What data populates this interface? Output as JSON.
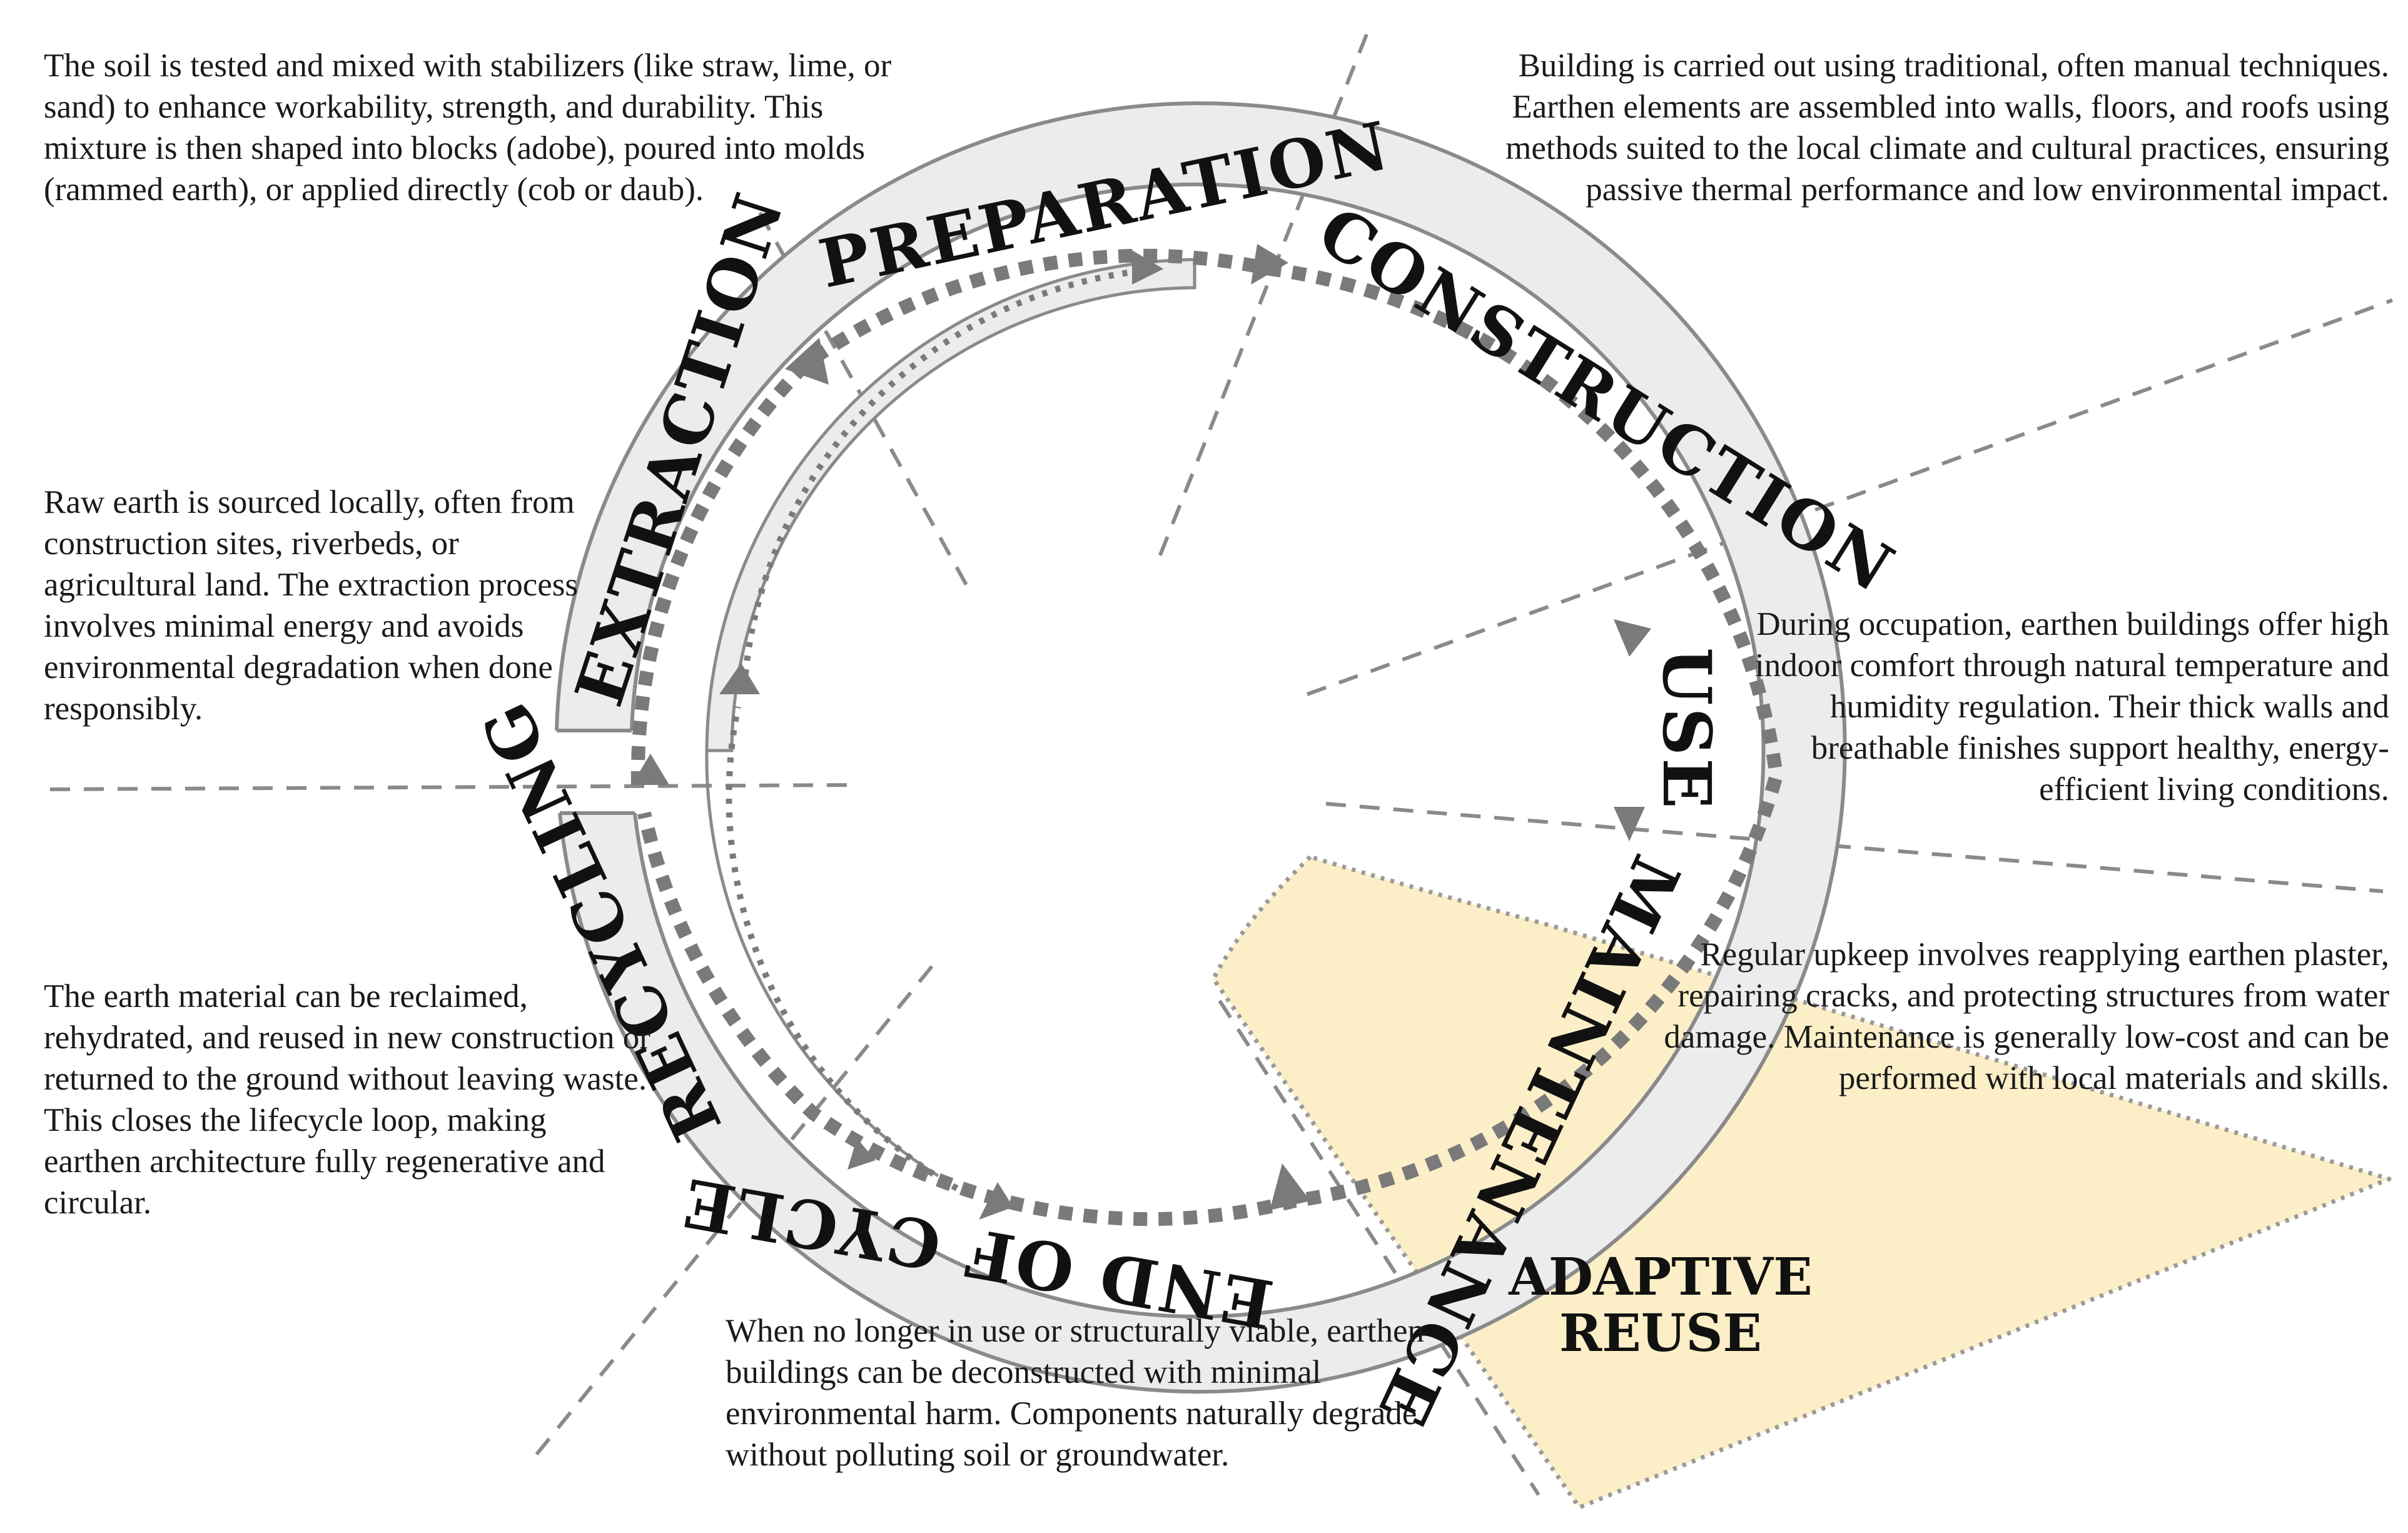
{
  "colors": {
    "ring_fill": "#ececec",
    "ring_stroke": "#8a8a8a",
    "arrow": "#7a7a7a",
    "guide_line": "#8a8a8a",
    "adaptive_fill": "#fcefc8",
    "text": "#1a1a1a"
  },
  "stages": {
    "preparation": "PREPARATION",
    "construction": "CONSTRUCTION",
    "use": "USE",
    "maintenance": "MAINTENANCE",
    "end_of_cycle": "END OF CYCLE",
    "recycling": "RECYCLING",
    "extraction": "EXTRACTION"
  },
  "adaptive_reuse": {
    "line1": "ADAPTIVE",
    "line2": "REUSE"
  },
  "descriptions": {
    "preparation": "The soil is tested and mixed with stabilizers (like straw, lime, or sand) to enhance workability, strength, and durability. This mixture is then shaped into blocks (adobe), poured into molds (rammed earth), or applied directly (cob or daub).",
    "construction": "Building is carried out using traditional, often manual techniques. Earthen elements are assembled into walls, floors, and roofs using methods suited to the local climate and cultural practices, ensuring passive thermal performance and low environmental impact.",
    "extraction": "Raw earth is sourced locally, often from construction sites, riverbeds, or agricultural land. The extraction process involves minimal energy and avoids environmental degradation when done responsibly.",
    "use": "During occupation, earthen buildings offer high indoor comfort through natural temperature and humidity regulation. Their thick walls and breathable finishes support healthy, energy-efficient living conditions.",
    "maintenance": "Regular upkeep involves reapplying earthen plaster, repairing cracks, and protecting structures from water damage. Maintenance is generally low-cost and can be performed with local materials and skills.",
    "recycling": "The earth material can be reclaimed, rehydrated, and reused in new construction or returned to the ground without leaving waste. This closes the lifecycle loop, making earthen architecture fully regenerative and circular.",
    "end_of_cycle": "When no longer in use or structurally viable, earthen buildings can be deconstructed with minimal environmental harm. Components naturally degrade without polluting soil or groundwater."
  }
}
